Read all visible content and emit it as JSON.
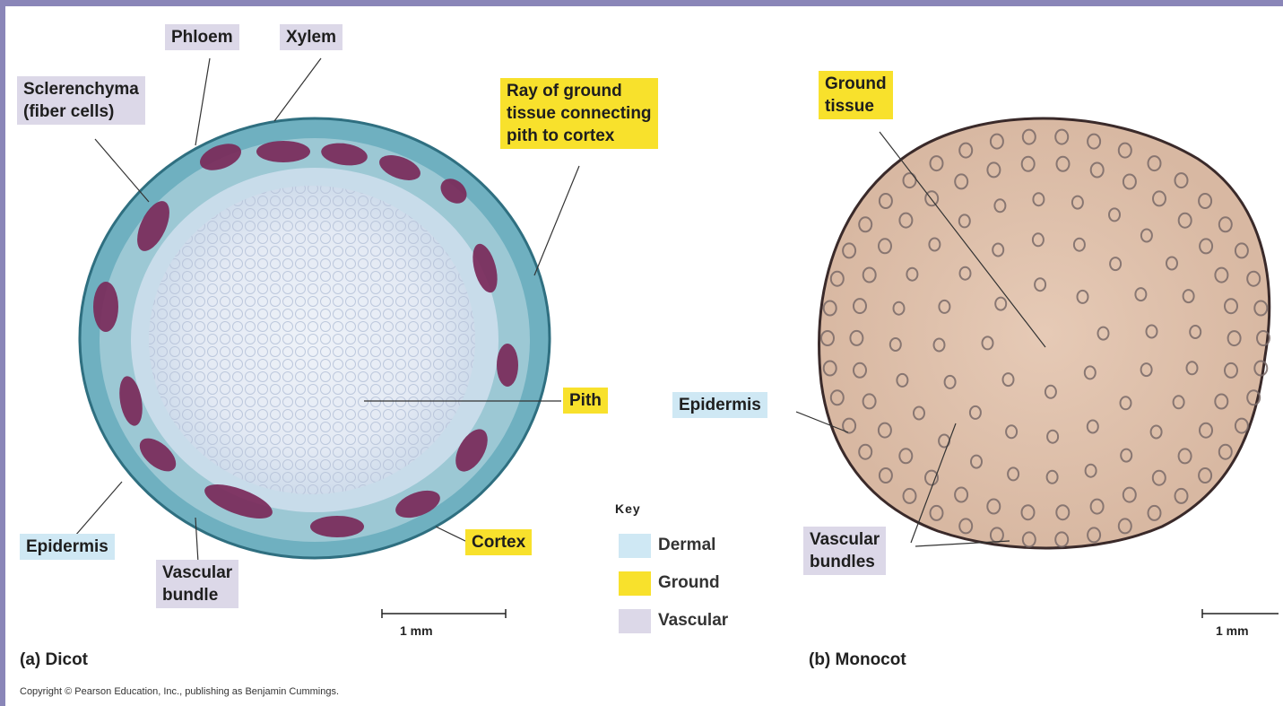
{
  "dicot": {
    "caption": "(a) Dicot",
    "labels": {
      "phloem": "Phloem",
      "xylem": "Xylem",
      "sclerenchyma_l1": "Sclerenchyma",
      "sclerenchyma_l2": "(fiber cells)",
      "ray_l1": "Ray of ground",
      "ray_l2": "tissue connecting",
      "ray_l3": "pith to cortex",
      "pith": "Pith",
      "epidermis": "Epidermis",
      "vascular_l1": "Vascular",
      "vascular_l2": "bundle",
      "cortex": "Cortex"
    },
    "scale": "1 mm"
  },
  "monocot": {
    "caption": "(b) Monocot",
    "labels": {
      "ground_l1": "Ground",
      "ground_l2": "tissue",
      "epidermis": "Epidermis",
      "vascular_l1": "Vascular",
      "vascular_l2": "bundles"
    },
    "scale": "1 mm"
  },
  "key": {
    "title": "Key",
    "items": [
      {
        "label": "Dermal",
        "color": "#cfe8f4"
      },
      {
        "label": "Ground",
        "color": "#f8e12c"
      },
      {
        "label": "Vascular",
        "color": "#dcd8e8"
      }
    ]
  },
  "copyright": "Copyright © Pearson Education, Inc., publishing as Benjamin Cummings.",
  "colors": {
    "frame": "#8a86b8",
    "dicot_outer": "#7fb8c4",
    "dicot_pith": "#e8eef6",
    "dicot_bundle": "#7a2a5a",
    "monocot_fill": "#e2c4b0",
    "monocot_bundle": "#8a7a78"
  }
}
